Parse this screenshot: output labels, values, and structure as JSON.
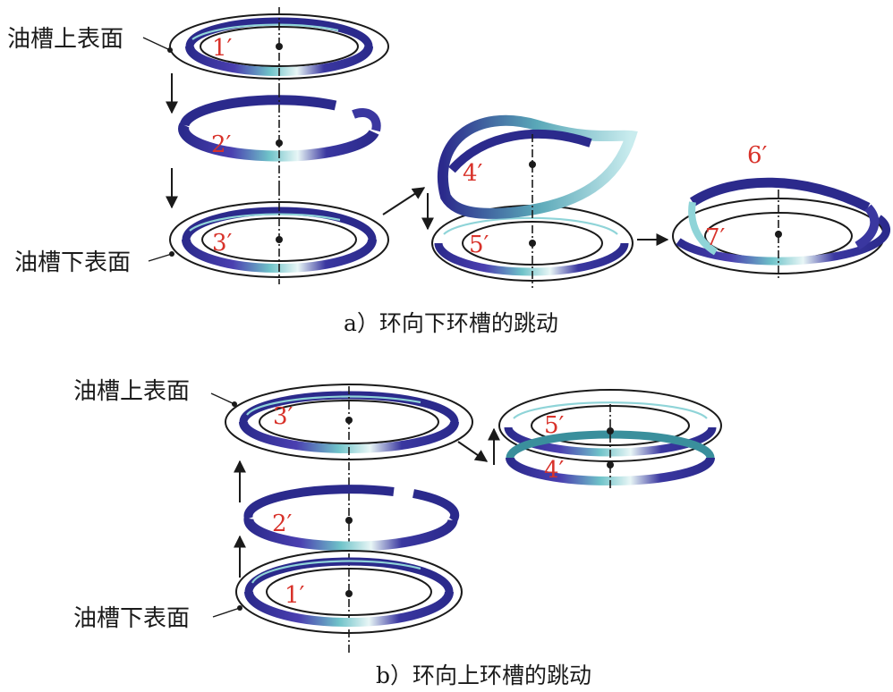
{
  "surfaces": {
    "upper": "油槽上表面",
    "lower": "油槽下表面"
  },
  "labels": {
    "a1": "1′",
    "a2": "2′",
    "a3": "3′",
    "a4": "4′",
    "a5": "5′",
    "a6": "6′",
    "a7": "7′",
    "b1": "1′",
    "b2": "2′",
    "b3": "3′",
    "b4": "4′",
    "b5": "5′"
  },
  "captions": {
    "a": "a）环向下环槽的跳动",
    "b": "b）环向上环槽的跳动"
  },
  "colors": {
    "ring_dark": "#2b2a8c",
    "ring_mid": "#4a3fb0",
    "ring_light": "#8fd4d8",
    "ring_highlight": "#e8f6f6",
    "label_red": "#d8322a",
    "line": "#1a1a1a"
  }
}
